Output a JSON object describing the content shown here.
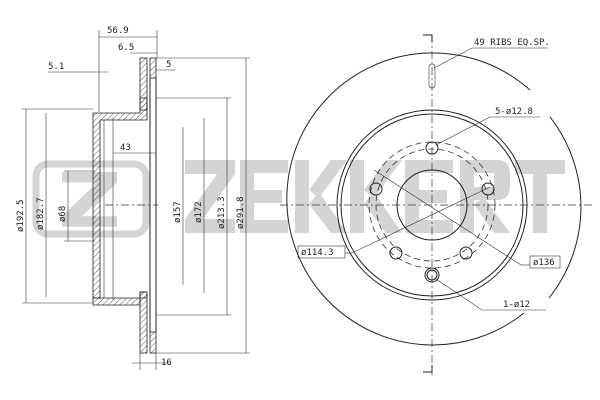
{
  "logo": {
    "text": "ZEKKERT",
    "color": "#d4d4d4"
  },
  "side_view": {
    "dims": {
      "total_height": "56.9",
      "rib_offset": "6.5",
      "hat_thickness": "5.1",
      "plate_thickness": "5",
      "hat_depth": "43",
      "disc_thickness": "16",
      "d_hat_outer": "ø192.5",
      "d_hat_inner": "ø182.7",
      "d_center_bore": "ø68",
      "d_inner_1": "ø157",
      "d_inner_2": "ø172",
      "d_friction_inner": "ø213.3",
      "d_outer": "ø291.8"
    }
  },
  "front_view": {
    "ribs_note": "49 RIBS EQ.SP.",
    "bolt_holes_note": "5-ø12.8",
    "pcd_label": "ø114.3",
    "ring_label": "ø136",
    "locator_hole_note": "1-ø12"
  }
}
